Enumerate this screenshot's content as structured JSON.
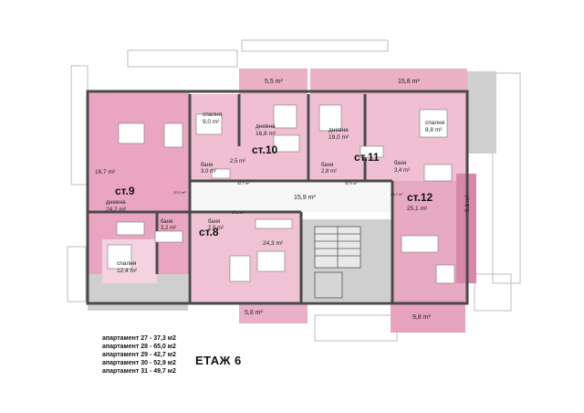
{
  "floor_title": "ЕТАЖ 6",
  "legend": [
    "апартамент 27 - 37,3 м2",
    "апартамент 28 - 65,0 м2",
    "апартамент 29 - 42,7 м2",
    "апартамент 30 - 52,9 м2",
    "апартамент 31 - 49,7 м2"
  ],
  "apartments": [
    "ст.9",
    "ст.10",
    "ст.11",
    "ст.12",
    "ст.8"
  ],
  "rooms": {
    "top_balcony_left": "5,5 m²",
    "top_balcony_right": "15,8 m²",
    "bedroom_10_name": "спалня",
    "bedroom_10_area": "9,0 m²",
    "living_10_name": "дневна",
    "living_10_area": "16,8 m²",
    "living_11_name": "дневна",
    "living_11_area": "19,0 m²",
    "bedroom_11_name": "спалня",
    "bedroom_11_area": "8,8 m²",
    "terrace_9": "16,7 m²",
    "bath_10_name": "баня",
    "bath_10_area": "3,0 m²",
    "hall_10": "2,5 m²",
    "bath_11_name": "баня",
    "bath_11_area": "2,8 m²",
    "bath_12_name": "баня",
    "bath_12_area": "3,4 m²",
    "living_9_name": "дневна",
    "living_9_area": "24,2 m²",
    "corridor": "15,9 m²",
    "living_12_area": "25,1 m²",
    "side_balcony": "5,1 m²",
    "bath_9_name": "баня",
    "bath_9_area": "3,2 m²",
    "bath_8_name": "баня",
    "bath_8_area": "2,5 m²",
    "living_8_area": "24,3 m²",
    "bedroom_9_name": "спалня",
    "bedroom_9_area": "12,4 m²",
    "bottom_balcony_left": "5,8 m²",
    "bottom_balcony_right": "9,8 m²",
    "small_1": "20,0 m²",
    "small_2": "42,7 m²",
    "small_3": "52,9 m²",
    "small_4": "49,7 m²",
    "small_5": "37,3 m²"
  },
  "colors": {
    "pink_light": "#f2c6d6",
    "pink_mid": "#e7a3bd",
    "pink_dark": "#d987a8",
    "grey": "#c9c9c9",
    "wall": "#4a4a4a"
  }
}
